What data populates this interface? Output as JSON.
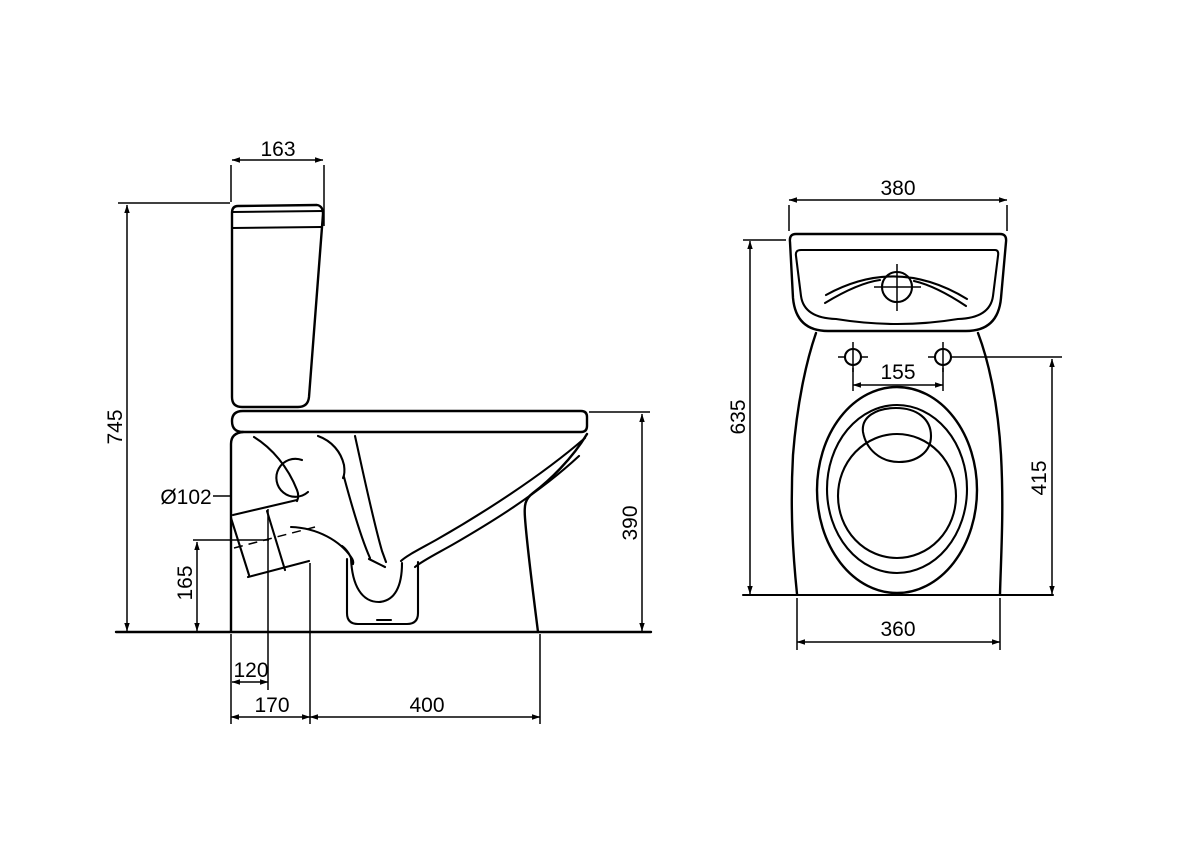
{
  "drawing": {
    "background": "#ffffff",
    "stroke_color": "#000000",
    "side_view": {
      "labels": {
        "cistern_width": "163",
        "overall_height": "745",
        "outlet_diameter": "Ø102",
        "outlet_height": "165",
        "outlet_offset": "120",
        "rear_offset": "170",
        "front_depth": "400",
        "rim_height": "390"
      }
    },
    "front_view": {
      "labels": {
        "cistern_width": "380",
        "overall_height": "635",
        "bolt_spacing": "155",
        "side_height": "415",
        "base_width": "360"
      }
    }
  }
}
